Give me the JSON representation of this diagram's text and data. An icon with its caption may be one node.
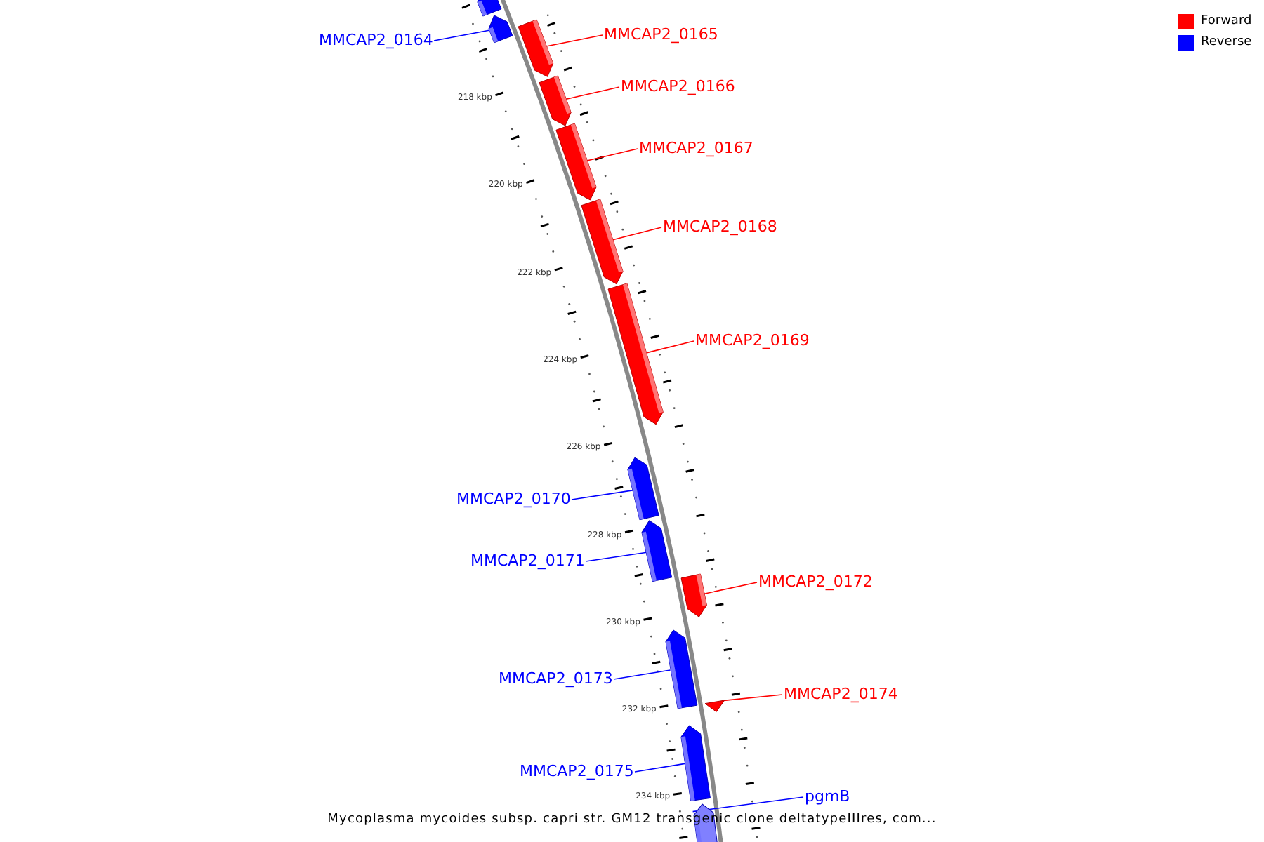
{
  "diagram": {
    "caption": "Mycoplasma mycoides subsp. capri str. GM12 transgenic clone deltatypeIIIres, com...",
    "nodes": [
      {
        "text": [],
        "shape": "bar"
      },
      {
        "text": [
          "MMCAP2_0164"
        ]
      },
      {
        "text": [],
        "shape": "bar"
      },
      {
        "text": [
          "MMCAP2_0165"
        ]
      },
      {
        "text": [],
        "shape": "bar"
      },
      {
        "text": [
          "MMCAP2_0166"
        ]
      },
      {
        "text": [],
        "shape": "bar"
      },
      {
        "text": [
          "MMCAP2_0167"
        ]
      },
      {
        "text": [],
        "shape": "bar"
      },
      {
        "text": [
          "MMCAP2_0168"
        ]
      },
      {
        "text": [],
        "shape": "bar"
      },
      {
        "text": [
          "MMCAP2_0169"
        ]
      },
      {
        "text": [],
        "shape": "bar"
      },
      {
        "text": [
          "MMCAP2_0170"
        ]
      },
      {
        "text": [],
        "shape": "bar"
      },
      {
        "text": [
          "MMCAP2_0171"
        ]
      },
      {
        "text": [],
        "shape": "bar"
      },
      {
        "text": [
          "MMCAP2_0172"
        ]
      },
      {
        "text": [],
        "shape": "bar"
      },
      {
        "text": [
          "MMCAP2_0173"
        ]
      },
      {
        "text": [],
        "shape": "bar"
      },
      {
        "text": [
          "MMCAP2_0174"
        ]
      },
      {
        "text": [],
        "shape": "bar"
      },
      {
        "text": [
          "MMCAP2_0175"
        ]
      },
      {
        "text": [],
        "shape": "bar"
      },
      {
        "text": [
          "pgmB"
        ]
      },
      {
        "text": [],
        "shape": "bar"
      }
    ],
    "edges": [
      {
        "from": 1,
        "to": 2,
        "arrow": "none",
        "color": "#0000ff"
      },
      {
        "from": 3,
        "to": 4,
        "arrow": "none"
      },
      {
        "from": 5,
        "to": 6,
        "arrow": "none"
      },
      {
        "from": 7,
        "to": 8,
        "arrow": "none"
      },
      {
        "from": 9,
        "to": 10,
        "arrow": "none"
      },
      {
        "from": 11,
        "to": 12,
        "arrow": "none"
      },
      {
        "from": 13,
        "to": 14,
        "arrow": "none",
        "color": "#0000ff"
      },
      {
        "from": 15,
        "to": 16,
        "arrow": "none",
        "color": "#0000ff"
      },
      {
        "from": 17,
        "to": 18,
        "arrow": "none"
      },
      {
        "from": 19,
        "to": 20,
        "arrow": "none",
        "color": "#0000ff"
      },
      {
        "from": 21,
        "to": 22,
        "arrow": "none"
      },
      {
        "from": 23,
        "to": 24,
        "arrow": "none",
        "color": "#0000ff"
      },
      {
        "from": 25,
        "to": 26,
        "arrow": "none",
        "color": "#0000ff"
      }
    ],
    "labels": [
      "218 kbp",
      "220 kbp",
      "222 kbp",
      "224 kbp",
      "226 kbp",
      "228 kbp",
      "230 kbp",
      "232 kbp",
      "234 kbp"
    ],
    "legend": [
      {
        "text": "Forward",
        "color": "#ff0000"
      },
      {
        "text": "Reverse",
        "color": "#0000ff"
      }
    ]
  }
}
